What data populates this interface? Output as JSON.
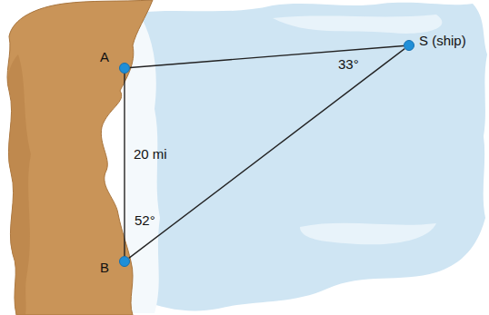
{
  "diagram": {
    "nodes": [
      {
        "text": [
          "A"
        ]
      },
      {
        "text": [
          "B"
        ]
      },
      {
        "text": [
          "S (ship)"
        ]
      }
    ],
    "edges": [
      {
        "from": 0,
        "to": 2,
        "arrow": "none"
      },
      {
        "from": 0,
        "to": 1,
        "label": "20 mi",
        "arrow": "none"
      },
      {
        "from": 1,
        "to": 2,
        "arrow": "none"
      }
    ],
    "labels": [
      "52°",
      "33°"
    ]
  }
}
